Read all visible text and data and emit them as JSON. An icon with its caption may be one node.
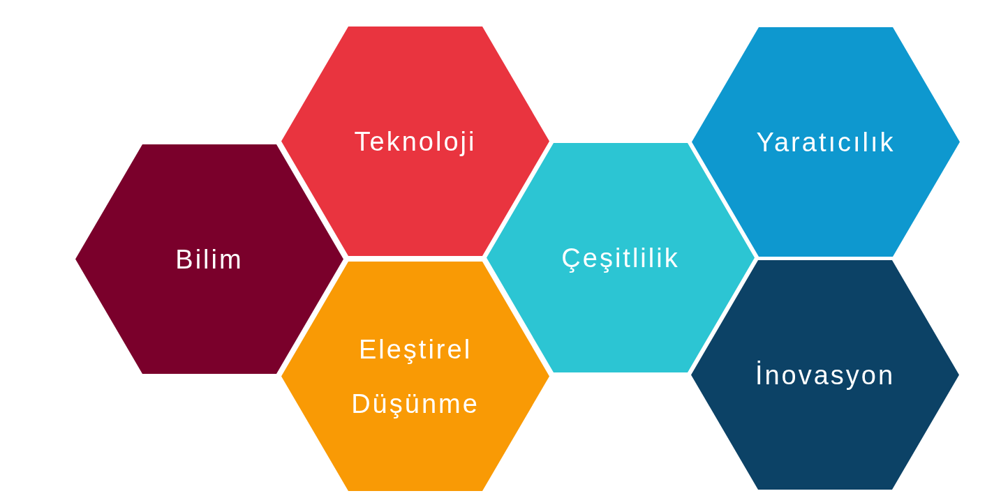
{
  "diagram": {
    "nodes": [
      {
        "text": [
          "Bilim"
        ]
      },
      {
        "text": [
          "Teknoloji"
        ]
      },
      {
        "text": [
          "Eleştirel Düşünme"
        ]
      },
      {
        "text": [
          "Çeşitlilik"
        ]
      },
      {
        "text": [
          "Yaratıcılık"
        ]
      },
      {
        "text": [
          "İnovasyon"
        ]
      }
    ]
  }
}
